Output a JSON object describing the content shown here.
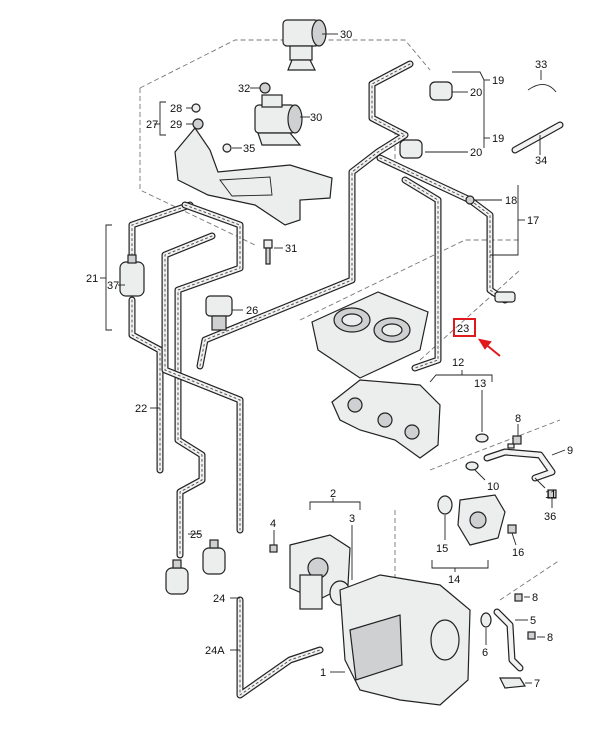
{
  "labels": [
    {
      "id": "30a",
      "text": "30"
    },
    {
      "id": "32",
      "text": "32"
    },
    {
      "id": "30b",
      "text": "30"
    },
    {
      "id": "28",
      "text": "28"
    },
    {
      "id": "27",
      "text": "27"
    },
    {
      "id": "29",
      "text": "29"
    },
    {
      "id": "35",
      "text": "35"
    },
    {
      "id": "33",
      "text": "33"
    },
    {
      "id": "19a",
      "text": "19"
    },
    {
      "id": "20a",
      "text": "20"
    },
    {
      "id": "19b",
      "text": "19"
    },
    {
      "id": "20b",
      "text": "20"
    },
    {
      "id": "34",
      "text": "34"
    },
    {
      "id": "18",
      "text": "18"
    },
    {
      "id": "17",
      "text": "17"
    },
    {
      "id": "31",
      "text": "31"
    },
    {
      "id": "21",
      "text": "21"
    },
    {
      "id": "37",
      "text": "37"
    },
    {
      "id": "26",
      "text": "26"
    },
    {
      "id": "23",
      "text": "23"
    },
    {
      "id": "12",
      "text": "12"
    },
    {
      "id": "13",
      "text": "13"
    },
    {
      "id": "22",
      "text": "22"
    },
    {
      "id": "8a",
      "text": "8"
    },
    {
      "id": "9",
      "text": "9"
    },
    {
      "id": "10",
      "text": "10"
    },
    {
      "id": "11",
      "text": "11"
    },
    {
      "id": "36",
      "text": "36"
    },
    {
      "id": "2",
      "text": "2"
    },
    {
      "id": "4",
      "text": "4"
    },
    {
      "id": "3",
      "text": "3"
    },
    {
      "id": "25",
      "text": "25"
    },
    {
      "id": "15",
      "text": "15"
    },
    {
      "id": "16",
      "text": "16"
    },
    {
      "id": "14",
      "text": "14"
    },
    {
      "id": "24",
      "text": "24"
    },
    {
      "id": "8b",
      "text": "8"
    },
    {
      "id": "5",
      "text": "5"
    },
    {
      "id": "8c",
      "text": "8"
    },
    {
      "id": "6",
      "text": "6"
    },
    {
      "id": "24A",
      "text": "24A"
    },
    {
      "id": "1",
      "text": "1"
    },
    {
      "id": "7",
      "text": "7"
    }
  ],
  "highlight": {
    "label": "23",
    "color": "#e0191c"
  }
}
